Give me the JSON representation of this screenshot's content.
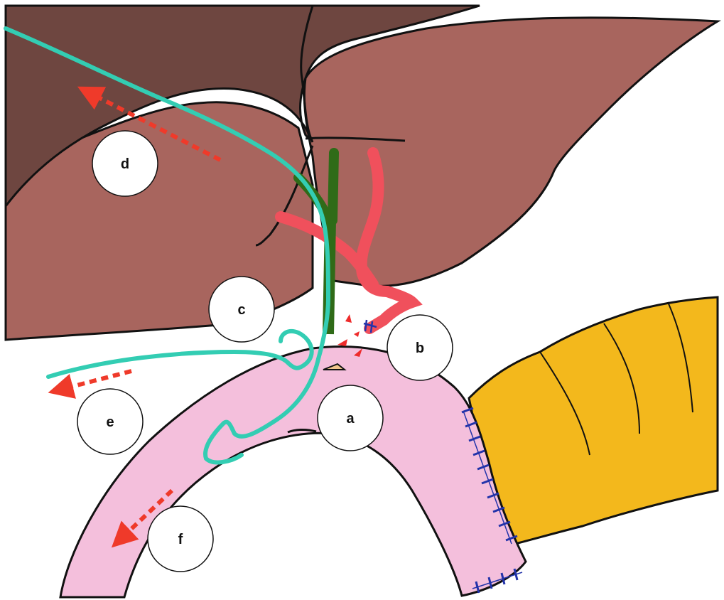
{
  "colors": {
    "liver_dark": "#6e4640",
    "liver_mid": "#9a5d57",
    "liver_light": "#a8655e",
    "bowel": "#f4bfdc",
    "omentum": "#f3b81c",
    "artery": "#f0505c",
    "bile_duct": "#2f6b18",
    "drain": "#33cdb3",
    "suture": "#2233aa",
    "arrow": "#ef3a2a",
    "outline": "#111111"
  },
  "labels": {
    "a": "a",
    "b": "b",
    "c": "c",
    "d": "d",
    "e": "e",
    "f": "f"
  }
}
